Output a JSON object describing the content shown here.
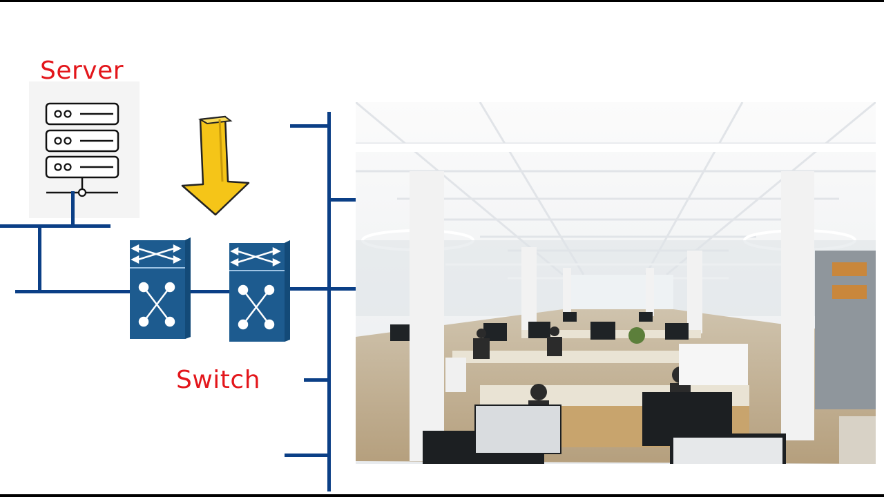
{
  "labels": {
    "server": "Server",
    "switch": "Switch"
  },
  "colors": {
    "label_red": "#e3161b",
    "network_blue": "#0b3f86",
    "switch_blue": "#1d5b8f",
    "arrow_yellow": "#f5c518"
  },
  "icons": {
    "server": "server-rack-icon",
    "switches": [
      "network-switch-icon",
      "network-switch-icon"
    ],
    "arrow": "arrow-down-icon"
  },
  "photo": "office-workspace-photo"
}
